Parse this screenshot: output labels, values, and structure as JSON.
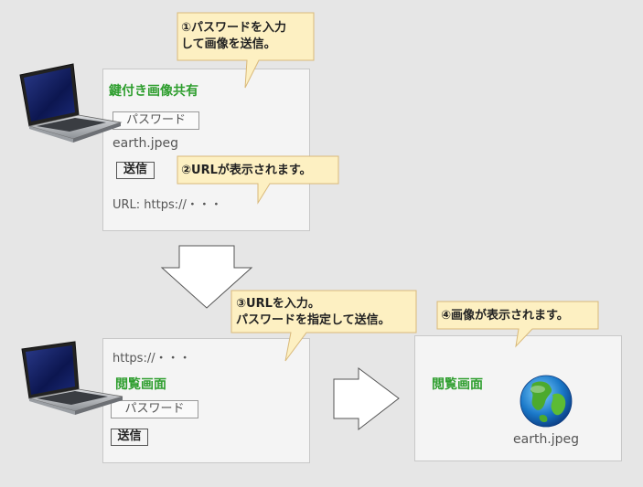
{
  "step1": {
    "callout_line1": "①パスワードを入力",
    "callout_line2": "して画像を送信。"
  },
  "step2": {
    "callout": "②URLが表示されます。"
  },
  "step3": {
    "callout_line1": "③URLを入力。",
    "callout_line2": "パスワードを指定して送信。"
  },
  "step4": {
    "callout": "④画像が表示されます。"
  },
  "upload_panel": {
    "title": "鍵付き画像共有",
    "password_label": "パスワード",
    "filename": "earth.jpeg",
    "send_label": "送信",
    "url_text": "URL:  https://・・・"
  },
  "view_panel": {
    "url_text": "https://・・・",
    "title": "閲覧画面",
    "password_label": "パスワード",
    "send_label": "送信"
  },
  "result_panel": {
    "title": "閲覧画面",
    "filename": "earth.jpeg"
  },
  "colors": {
    "callout_fill": "#fdf0c2",
    "callout_border": "#d9b97a",
    "title_green": "#2e9e2e",
    "panel_fill": "#f4f4f4"
  },
  "icons": [
    "laptop-icon",
    "globe-icon",
    "down-arrow",
    "right-arrow"
  ]
}
